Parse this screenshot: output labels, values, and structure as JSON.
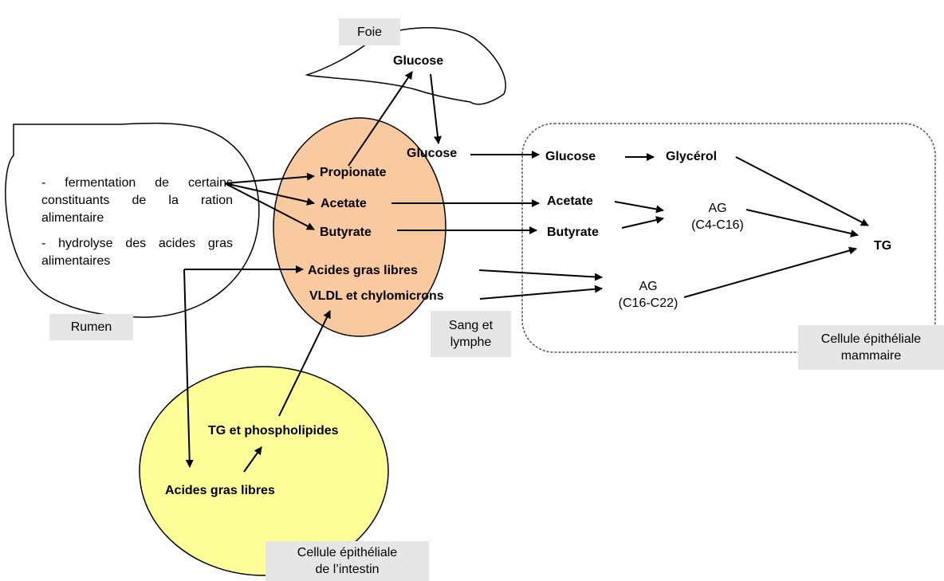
{
  "colors": {
    "blood": "#f9c9a0",
    "intestine": "#ffff99",
    "label_box": "#e6e6e6"
  },
  "compartments": {
    "liver": "Foie",
    "rumen": "Rumen",
    "blood_line1": "Sang et",
    "blood_line2": "lymphe",
    "mammary_line1": "Cellule épithéliale",
    "mammary_line2": "mammaire",
    "intestine_line1": "Cellule épithéliale",
    "intestine_line2": "de l’intestin"
  },
  "rumen_text": {
    "item1": "- fermentation de certains constituants de la ration alimentaire",
    "item2": "- hydrolyse des acides gras alimentaires"
  },
  "nodes": {
    "liver_glucose": "Glucose",
    "blood_glucose": "Glucose",
    "propionate": "Propionate",
    "blood_acetate": "Acetate",
    "blood_butyrate": "Butyrate",
    "blood_agl": "Acides gras libres",
    "vldl": "VLDL et chylomicrons",
    "cell_glucose": "Glucose",
    "glycerol": "Glycérol",
    "cell_acetate": "Acetate",
    "cell_butyrate": "Butyrate",
    "ag_short_1": "AG",
    "ag_short_2": "(C4-C16)",
    "ag_long_1": "AG",
    "ag_long_2": "(C16-C22)",
    "tg": "TG",
    "tg_phospho": "TG et phospholipides",
    "intestine_agl": "Acides gras libres"
  }
}
